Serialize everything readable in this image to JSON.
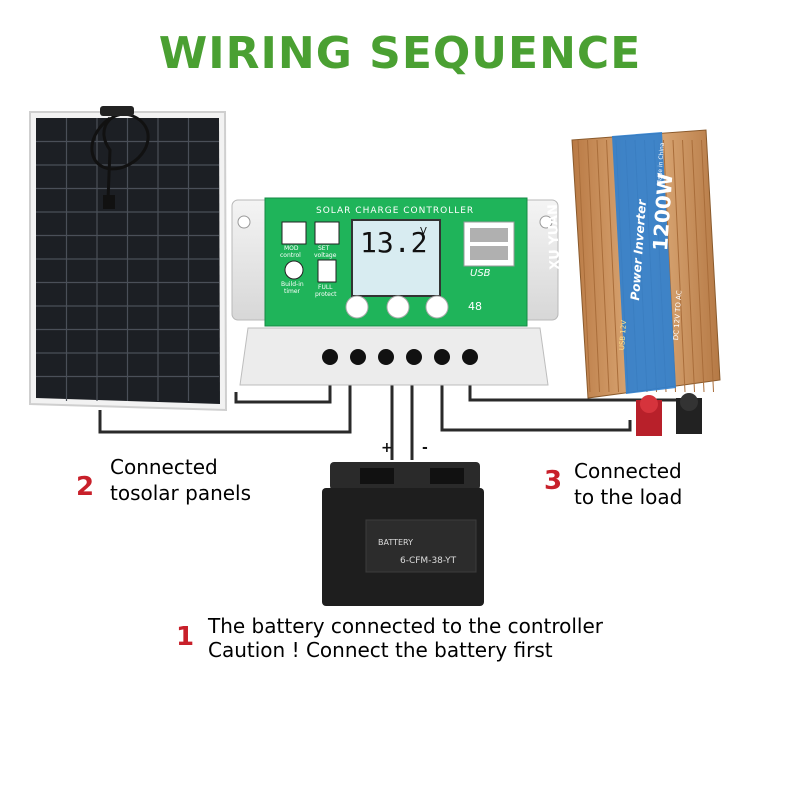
{
  "title": "WIRING SEQUENCE",
  "controller": {
    "header": "SOLAR CHARGE CONTROLLER",
    "display_value": "13.2",
    "display_unit": "V",
    "mode_label_1": "MOD",
    "mode_label_2": "control",
    "set_label_1": "SET",
    "set_label_2": "voltage",
    "timer_label_1": "Build-in",
    "timer_label_2": "timer",
    "protect_label_1": "FULL",
    "protect_label_2": "protect",
    "usb_label": "USB",
    "model_number": "48"
  },
  "inverter": {
    "brand": "XU YUAN",
    "product": "Power Inverter",
    "rating": "1200W",
    "spec": "DC 12V TO AC",
    "usb": "USB 12V",
    "made": "Made in China"
  },
  "battery": {
    "brand": "BATTERY",
    "model": "6-CFM-38-YT",
    "plus": "+",
    "minus": "-"
  },
  "steps": [
    {
      "number": "1",
      "line1": "The battery connected to the controller",
      "line2": "Caution ! Connect the battery first"
    },
    {
      "number": "2",
      "line1": "Connected",
      "line2": "tosolar panels"
    },
    {
      "number": "3",
      "line1": "Connected",
      "line2": "to the load"
    }
  ],
  "colors": {
    "title": "#4aa032",
    "step_number": "#c8202a",
    "controller_green": "#1fb45a",
    "inverter_gold": "#c9925a",
    "inverter_label_blue": "#2e7fd0",
    "panel_cell": "#1c1f24"
  }
}
